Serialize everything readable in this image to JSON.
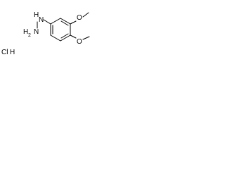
{
  "molecule": {
    "atoms": {
      "hydrogen": "H",
      "nitrogen_1": "N",
      "nitrogen_2": "N",
      "h2": "H",
      "sub2": "2",
      "oxygen_top": "O",
      "oxygen_bottom": "O",
      "hcl_cl": "Cl",
      "hcl_h": "H"
    },
    "colors": {
      "bond": "#000000",
      "text": "#000000",
      "background": "#ffffff"
    }
  }
}
